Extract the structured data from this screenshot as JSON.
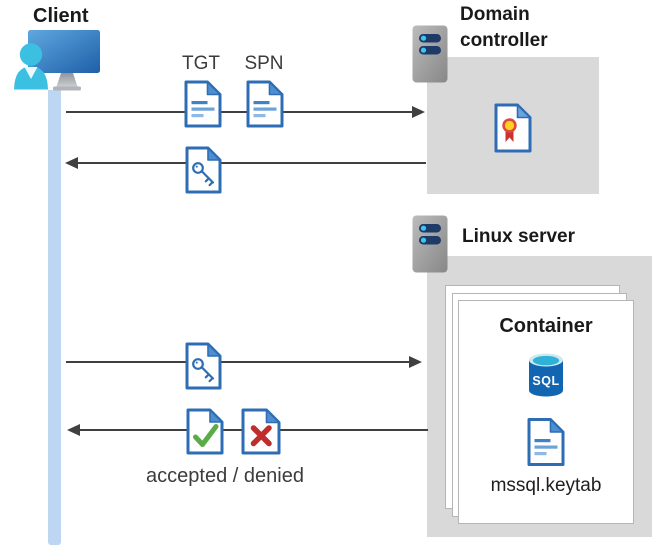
{
  "client": {
    "label": "Client"
  },
  "flows": {
    "tgt_label": "TGT",
    "spn_label": "SPN",
    "result_label": "accepted / denied"
  },
  "domain_controller": {
    "label": "Domain controller"
  },
  "linux_server": {
    "label": "Linux server"
  },
  "container": {
    "label": "Container",
    "sql_label": "SQL",
    "keytab_label": "mssql.keytab"
  },
  "icons": {
    "client": "person-at-monitor-icon",
    "domain_controller": "server-icon",
    "linux_server": "server-icon",
    "tgt": "document-icon",
    "spn": "document-icon",
    "session_key": "key-document-icon",
    "certificate": "certificate-document-icon",
    "accepted": "check-document-icon",
    "denied": "cross-document-icon",
    "sql_database": "sql-database-icon",
    "keytab_file": "document-icon"
  },
  "colors": {
    "doc_border_blue": "#2e6db4",
    "doc_fold_blue": "#4e8ed0",
    "doc_line_blue": "#5f9bd6",
    "box_gray": "#d9d9d9",
    "arrow_gray": "#404040",
    "lifeline_blue": "#bdd7f3",
    "check_green": "#5aad46",
    "cross_red": "#bf2e2a",
    "sql_body_blue": "#1266b1",
    "sql_top_cyan": "#2fb1d8",
    "person_cyan": "#3cc0e2",
    "server_pill_navy": "#1e3a67",
    "server_dot_cyan": "#3fc6ee",
    "rosette_yellow": "#ffd21f",
    "rosette_red": "#e0483e"
  }
}
